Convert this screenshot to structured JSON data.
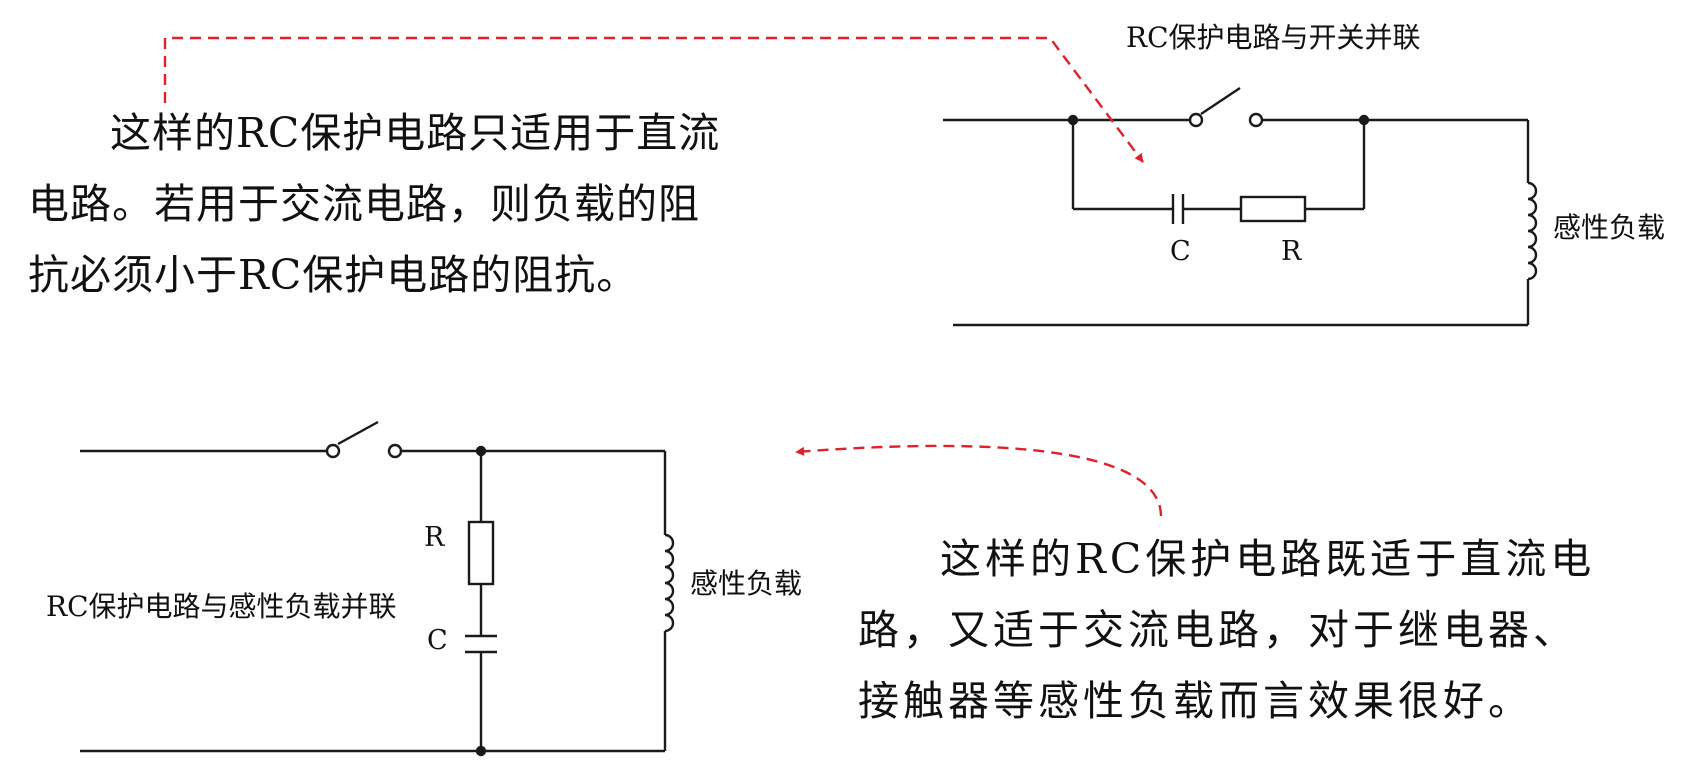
{
  "colors": {
    "wire": "#1a1a1a",
    "arrow": "#e0202a",
    "text": "#111111"
  },
  "top_diagram": {
    "caption": "RC保护电路与开关并联",
    "capacitor_label": "C",
    "resistor_label": "R",
    "load_label": "感性负载"
  },
  "bottom_diagram": {
    "caption": "RC保护电路与感性负载并联",
    "resistor_label": "R",
    "capacitor_label": "C",
    "load_label": "感性负载"
  },
  "text_top": {
    "line1": "这样的RC保护电路只适用于直流",
    "line2": "电路。若用于交流电路，则负载的阻",
    "line3": "抗必须小于RC保护电路的阻抗。"
  },
  "text_bottom": {
    "line1": "这样的RC保护电路既适于直流电",
    "line2": "路，又适于交流电路，对于继电器、",
    "line3": "接触器等感性负载而言效果很好。"
  }
}
